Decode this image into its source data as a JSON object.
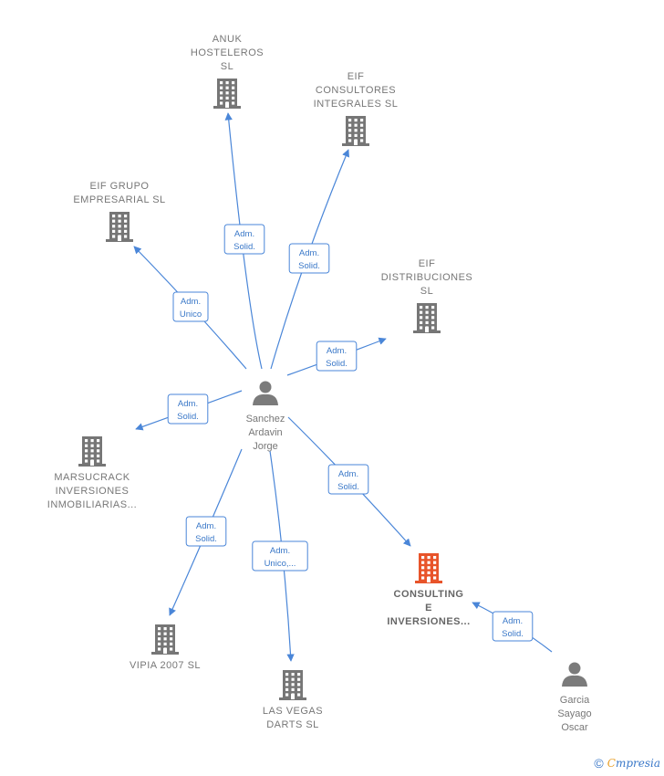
{
  "nodes": [
    {
      "id": "anuk",
      "kind": "company",
      "lines": [
        "ANUK",
        "HOSTELEROS",
        "SL"
      ],
      "label_pos": "above",
      "highlight": false
    },
    {
      "id": "eif_consultores",
      "kind": "company",
      "lines": [
        "EIF",
        "CONSULTORES",
        "INTEGRALES SL"
      ],
      "label_pos": "above",
      "highlight": false
    },
    {
      "id": "eif_grupo",
      "kind": "company",
      "lines": [
        "EIF GRUPO",
        "EMPRESARIAL SL"
      ],
      "label_pos": "above",
      "highlight": false
    },
    {
      "id": "eif_distribuciones",
      "kind": "company",
      "lines": [
        "EIF",
        "DISTRIBUCIONES",
        "SL"
      ],
      "label_pos": "above",
      "highlight": false
    },
    {
      "id": "marsucrack",
      "kind": "company",
      "lines": [
        "MARSUCRACK",
        "INVERSIONES",
        "INMOBILIARIAS..."
      ],
      "label_pos": "below",
      "highlight": false
    },
    {
      "id": "vipia",
      "kind": "company",
      "lines": [
        "VIPIA 2007  SL"
      ],
      "label_pos": "below",
      "highlight": false
    },
    {
      "id": "las_vegas",
      "kind": "company",
      "lines": [
        "LAS VEGAS",
        "DARTS SL"
      ],
      "label_pos": "below",
      "highlight": false
    },
    {
      "id": "consulting",
      "kind": "company",
      "lines": [
        "CONSULTING",
        "E",
        "INVERSIONES..."
      ],
      "label_pos": "below",
      "highlight": true
    },
    {
      "id": "sanchez",
      "kind": "person",
      "lines": [
        "Sanchez",
        "Ardavin",
        "Jorge"
      ],
      "label_pos": "below",
      "highlight": false
    },
    {
      "id": "garcia",
      "kind": "person",
      "lines": [
        "Garcia",
        "Sayago",
        "Oscar"
      ],
      "label_pos": "below",
      "highlight": false
    }
  ],
  "edges": [
    {
      "from": "sanchez",
      "to": "anuk",
      "lines": [
        "Adm.",
        "Solid."
      ]
    },
    {
      "from": "sanchez",
      "to": "eif_consultores",
      "lines": [
        "Adm.",
        "Solid."
      ]
    },
    {
      "from": "sanchez",
      "to": "eif_grupo",
      "lines": [
        "Adm.",
        "Unico"
      ]
    },
    {
      "from": "sanchez",
      "to": "eif_distribuciones",
      "lines": [
        "Adm.",
        "Solid."
      ]
    },
    {
      "from": "sanchez",
      "to": "marsucrack",
      "lines": [
        "Adm.",
        "Solid."
      ]
    },
    {
      "from": "sanchez",
      "to": "vipia",
      "lines": [
        "Adm.",
        "Solid."
      ]
    },
    {
      "from": "sanchez",
      "to": "las_vegas",
      "lines": [
        "Adm.",
        "Unico,..."
      ]
    },
    {
      "from": "sanchez",
      "to": "consulting",
      "lines": [
        "Adm.",
        "Solid."
      ]
    },
    {
      "from": "garcia",
      "to": "consulting",
      "lines": [
        "Adm.",
        "Solid."
      ]
    }
  ],
  "colors": {
    "edge": "#4a86d8",
    "company": "#767676",
    "highlight": "#e8542a",
    "person": "#7b7b7b"
  },
  "footer": {
    "copyright": "©",
    "brand_first": "C",
    "brand_rest": "mpresia"
  }
}
